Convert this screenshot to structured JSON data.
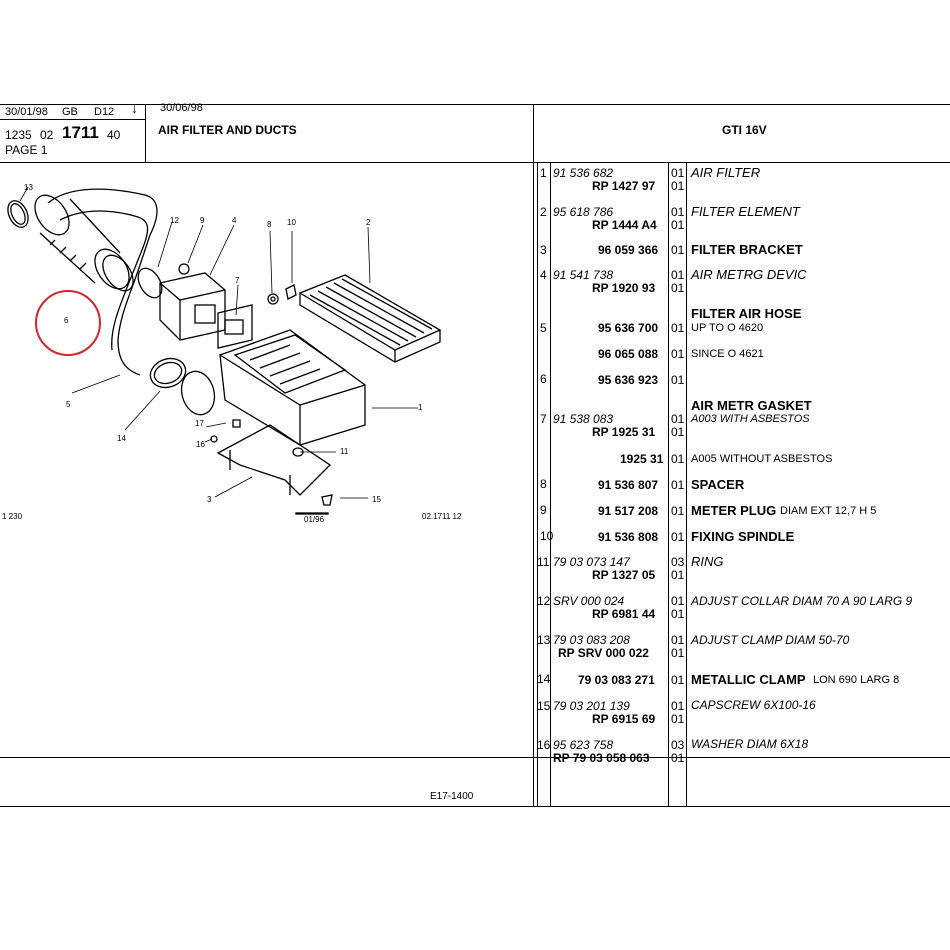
{
  "header": {
    "date_from": "30/01/98",
    "lang": "GB",
    "model": "D12",
    "arrow": "↓",
    "date_to": "30/06/98",
    "code_a": "1235",
    "code_b": "02",
    "code_main": "1711",
    "code_c": "40",
    "page": "PAGE 1",
    "title": "AIR FILTER AND DUCTS",
    "vehicle": "GTI 16V"
  },
  "diagram": {
    "labels": [
      "13",
      "12",
      "9",
      "4",
      "8",
      "10",
      "2",
      "7",
      "6",
      "5",
      "1",
      "14",
      "17",
      "16",
      "11",
      "3",
      "15"
    ],
    "ref_left": "1 230",
    "ref_mid": "01/96",
    "ref_right": "02.1711 12",
    "ref_bottom": "E17-1400",
    "highlight_color": "#d8232a"
  },
  "parts": [
    {
      "no": "1",
      "codes": [
        "91 536 682",
        "RP 1427 97"
      ],
      "qty": [
        "01",
        "01"
      ],
      "desc": "AIR FILTER"
    },
    {
      "no": "2",
      "codes": [
        "95 618 786",
        "RP 1444 A4"
      ],
      "qty": [
        "01",
        "01"
      ],
      "desc": "FILTER ELEMENT"
    },
    {
      "no": "3",
      "codes": [
        "96 059 366"
      ],
      "qty": [
        "01"
      ],
      "desc": "FILTER BRACKET"
    },
    {
      "no": "4",
      "codes": [
        "91 541 738",
        "RP 1920 93"
      ],
      "qty": [
        "01",
        "01"
      ],
      "desc": "AIR METRG DEVIC"
    },
    {
      "no": "",
      "codes": [],
      "qty": [],
      "desc": "FILTER AIR HOSE"
    },
    {
      "no": "5",
      "codes": [
        "95 636 700"
      ],
      "qty": [
        "01"
      ],
      "desc": "UP TO O 4620"
    },
    {
      "no": "",
      "codes": [
        "96 065 088"
      ],
      "qty": [
        "01"
      ],
      "desc": "SINCE O 4621"
    },
    {
      "no": "6",
      "codes": [
        "95 636 923"
      ],
      "qty": [
        "01"
      ],
      "desc": ""
    },
    {
      "no": "",
      "codes": [],
      "qty": [],
      "desc": "AIR METR GASKET"
    },
    {
      "no": "7",
      "codes": [
        "91 538 083",
        "RP 1925 31"
      ],
      "qty": [
        "01",
        "01"
      ],
      "desc": "A003 WITH ASBESTOS"
    },
    {
      "no": "",
      "codes": [
        "1925 31"
      ],
      "qty": [
        "01"
      ],
      "desc": "A005 WITHOUT ASBESTOS"
    },
    {
      "no": "8",
      "codes": [
        "91 536 807"
      ],
      "qty": [
        "01"
      ],
      "desc": "SPACER"
    },
    {
      "no": "9",
      "codes": [
        "91 517 208"
      ],
      "qty": [
        "01"
      ],
      "desc": "METER PLUG",
      "extra": "DIAM EXT 12,7 H 5"
    },
    {
      "no": "10",
      "codes": [
        "91 536 808"
      ],
      "qty": [
        "01"
      ],
      "desc": "FIXING SPINDLE"
    },
    {
      "no": "11",
      "codes": [
        "79 03 073 147",
        "RP 1327 05"
      ],
      "qty": [
        "03",
        "01"
      ],
      "desc": "RING"
    },
    {
      "no": "12",
      "codes": [
        "SRV 000 024",
        "RP 6981 44"
      ],
      "qty": [
        "01",
        "01"
      ],
      "desc": "ADJUST COLLAR DIAM 70 A 90 LARG 9"
    },
    {
      "no": "13",
      "codes": [
        "79 03 083 208",
        "RP SRV 000 022"
      ],
      "qty": [
        "01",
        "01"
      ],
      "desc": "ADJUST CLAMP DIAM 50-70"
    },
    {
      "no": "14",
      "codes": [
        "79 03 083 271"
      ],
      "qty": [
        "01"
      ],
      "desc": "METALLIC CLAMP",
      "extra": "LON 690 LARG 8"
    },
    {
      "no": "15",
      "codes": [
        "79 03 201 139",
        "RP 6915 69"
      ],
      "qty": [
        "01",
        "01"
      ],
      "desc": "CAPSCREW 6X100-16"
    },
    {
      "no": "16",
      "codes": [
        "95 623 758",
        "RP 79 03 058 063"
      ],
      "qty": [
        "03",
        "01"
      ],
      "desc": "WASHER DIAM 6X18"
    }
  ]
}
